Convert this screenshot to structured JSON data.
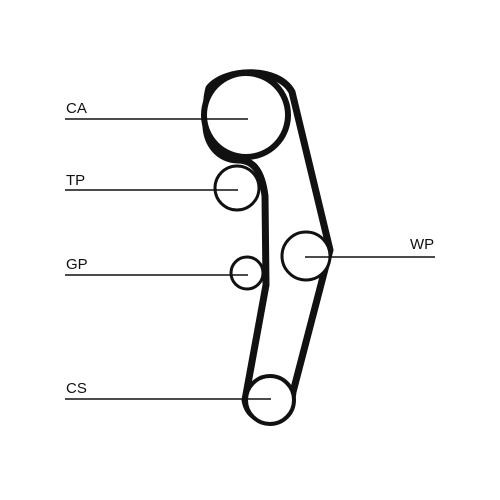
{
  "diagram": {
    "labels": {
      "ca": "CA",
      "tp": "TP",
      "gp": "GP",
      "wp": "WP",
      "cs": "CS"
    },
    "colors": {
      "belt": "#111111",
      "outline": "#111111",
      "leader": "#111111",
      "background": "#ffffff"
    }
  }
}
